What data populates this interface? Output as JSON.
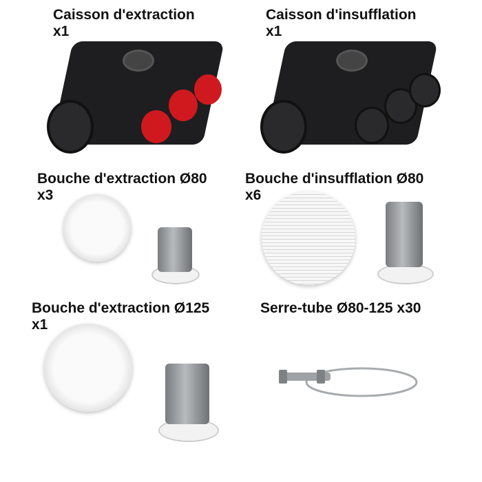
{
  "items": [
    {
      "title": "Caisson d'extraction",
      "qty": "x1"
    },
    {
      "title": "Caisson d'insufflation",
      "qty": "x1"
    },
    {
      "title": "Bouche d'extraction Ø80",
      "qty": "x3"
    },
    {
      "title": "Bouche d'insufflation Ø80",
      "qty": "x6"
    },
    {
      "title": "Bouche d'extraction Ø125",
      "qty": "x1"
    },
    {
      "title": "Serre-tube Ø80-125 x30",
      "qty": ""
    }
  ],
  "colors": {
    "caisson": "#1e1e20",
    "extraction_ports": "#d0191e",
    "insufflation_ports": "#1e1e20",
    "grille": "#f5f5f5",
    "sleeve": "#8f9295"
  }
}
